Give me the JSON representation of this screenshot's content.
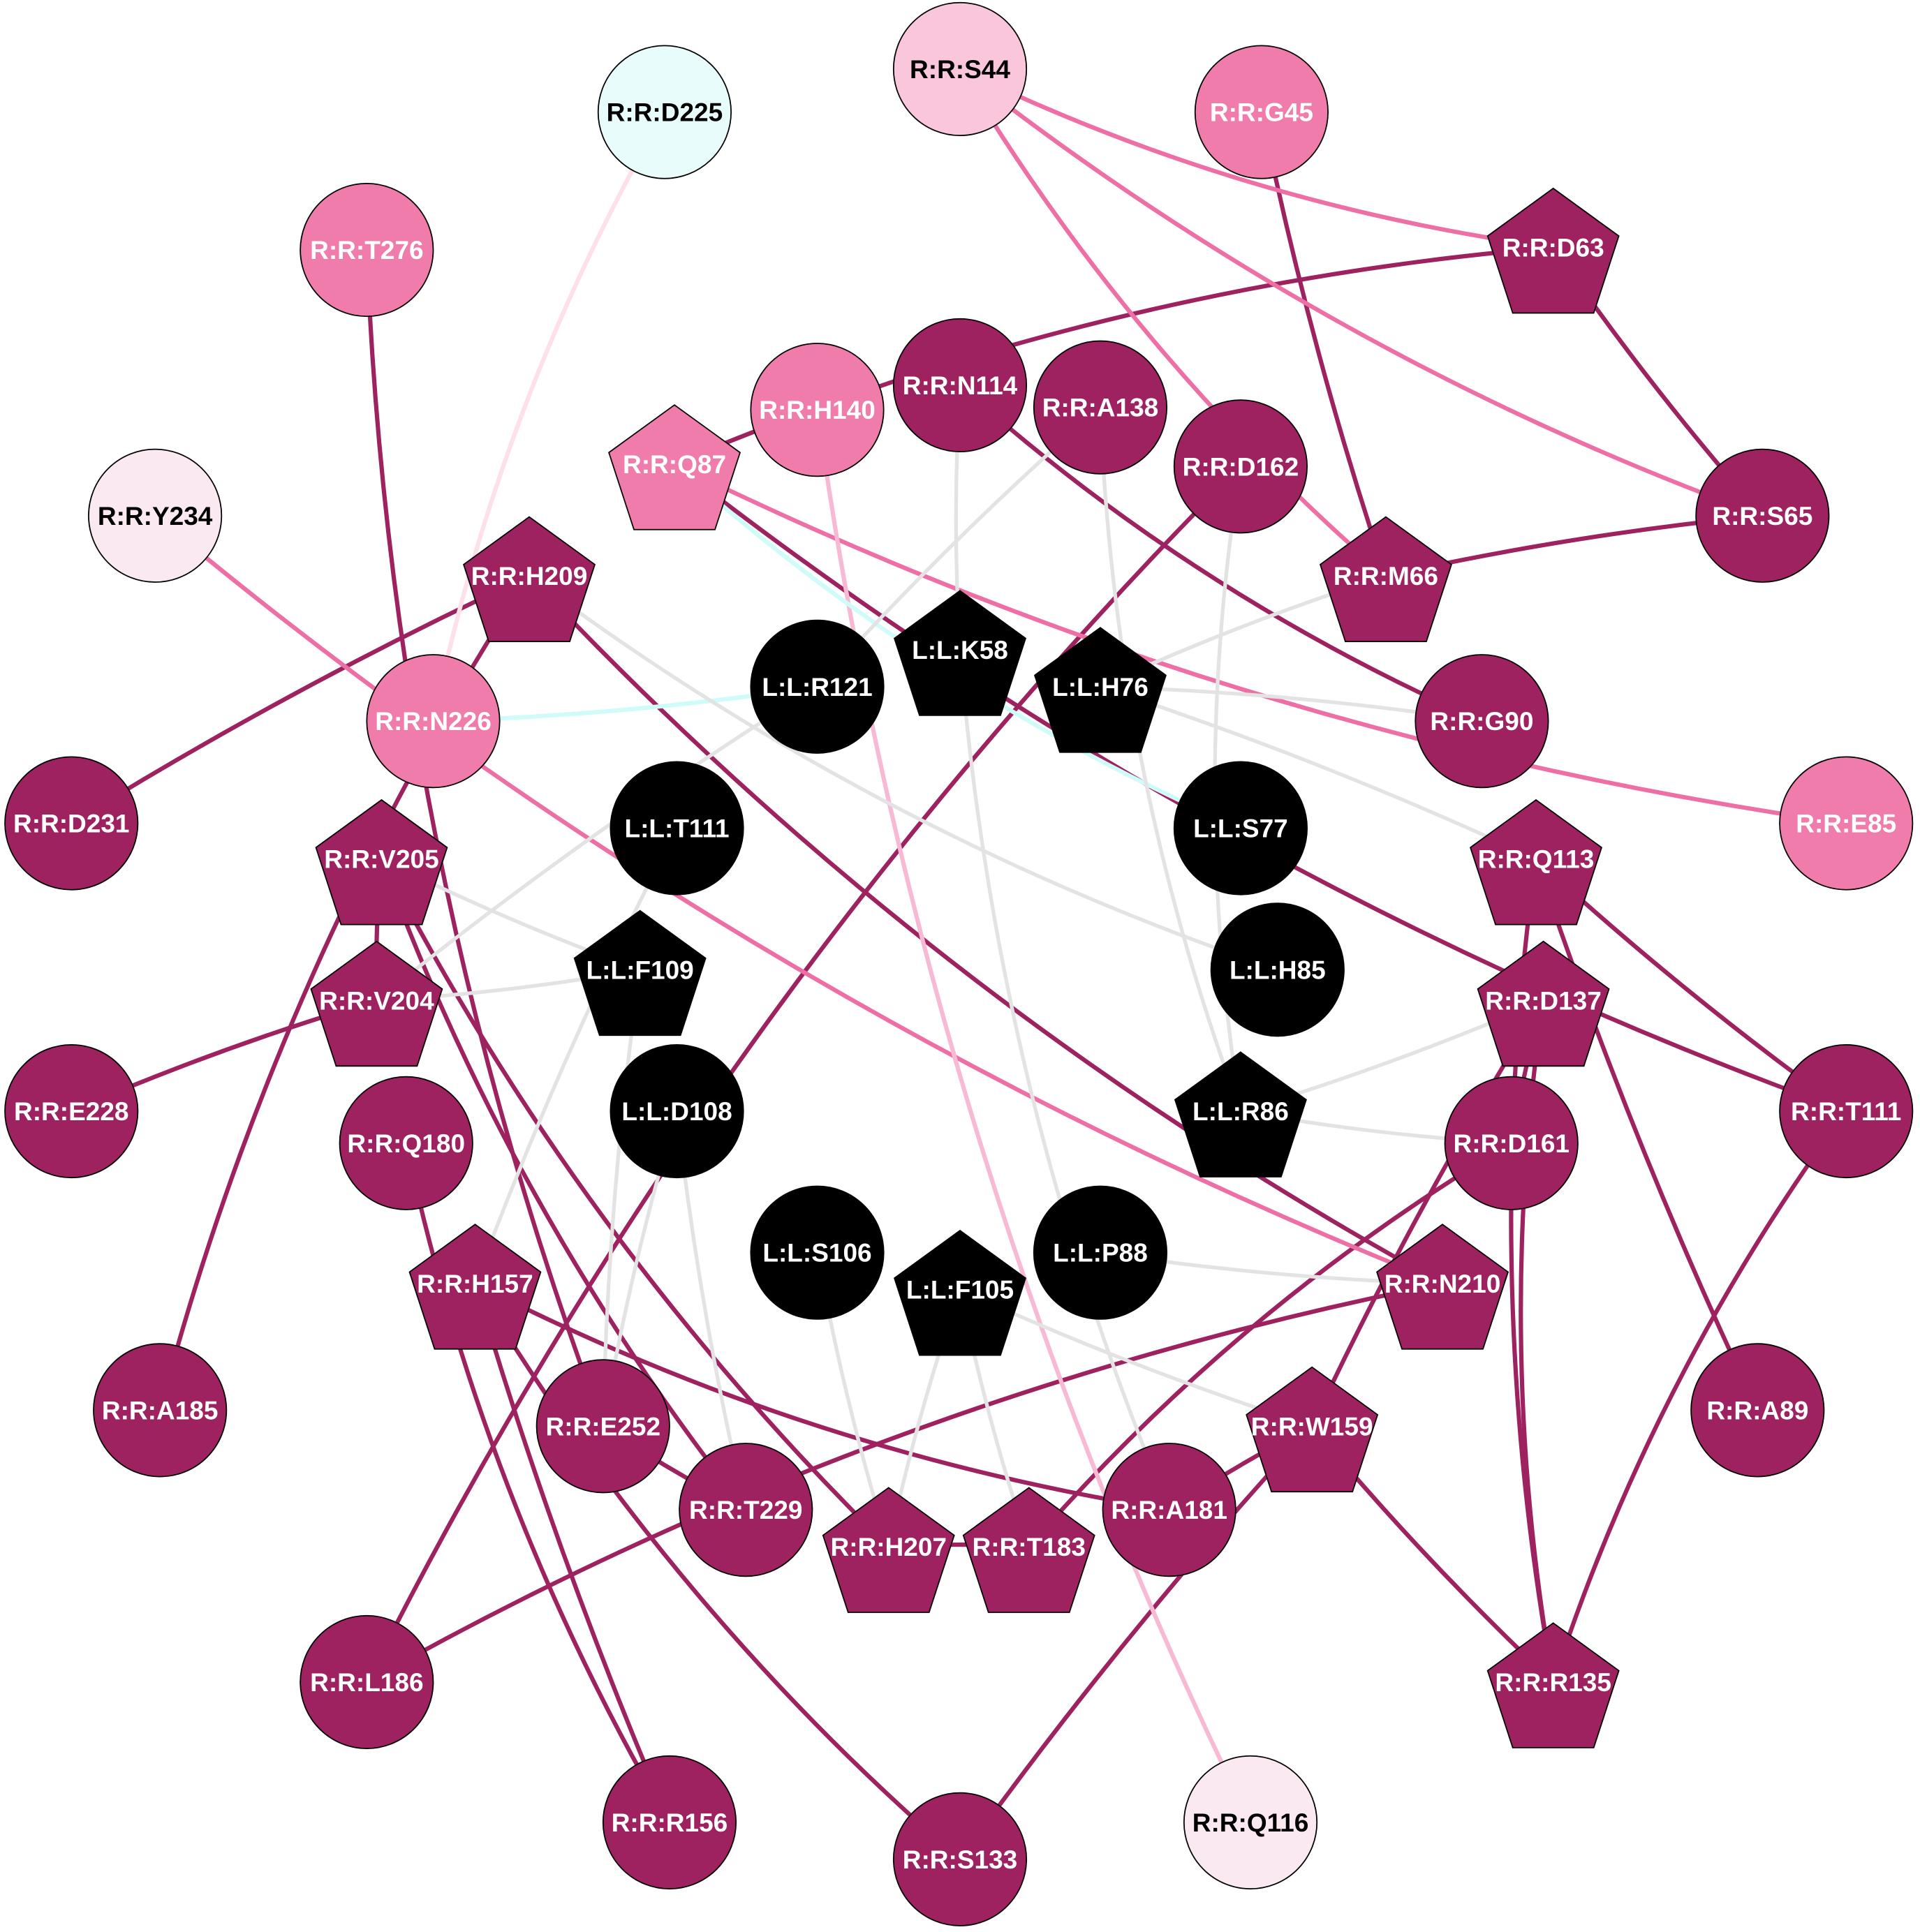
{
  "palette": {
    "dark": "#9e2160",
    "pink": "#ef7caa",
    "lightpink": "#f9c6dc",
    "palepink": "#fbe9f1",
    "cyan": "#e8fdfb",
    "ligand": "#000000",
    "edge_dark": "#9e2160",
    "edge_pink": "#ee6fa5",
    "edge_lightpink": "#f7b9d3",
    "edge_palepink": "#fde0ea",
    "edge_cyan": "#cffcf8",
    "edge_gray": "#e3e3e3"
  },
  "nodes": [
    {
      "label": "R:R:S44",
      "shape": "circle",
      "color": "lightpink"
    },
    {
      "label": "R:R:G45",
      "shape": "circle",
      "color": "pink"
    },
    {
      "label": "R:R:D225",
      "shape": "circle",
      "color": "cyan"
    },
    {
      "label": "R:R:T276",
      "shape": "circle",
      "color": "pink"
    },
    {
      "label": "R:R:D63",
      "shape": "pentagon",
      "color": "dark"
    },
    {
      "label": "R:R:H140",
      "shape": "circle",
      "color": "pink"
    },
    {
      "label": "R:R:N114",
      "shape": "circle",
      "color": "dark"
    },
    {
      "label": "R:R:A138",
      "shape": "circle",
      "color": "dark"
    },
    {
      "label": "R:R:Q87",
      "shape": "pentagon",
      "color": "pink"
    },
    {
      "label": "R:R:D162",
      "shape": "circle",
      "color": "dark"
    },
    {
      "label": "R:R:Y234",
      "shape": "circle",
      "color": "palepink"
    },
    {
      "label": "R:R:S65",
      "shape": "circle",
      "color": "dark"
    },
    {
      "label": "R:R:H209",
      "shape": "pentagon",
      "color": "dark"
    },
    {
      "label": "R:R:M66",
      "shape": "pentagon",
      "color": "dark"
    },
    {
      "label": "L:L:K58",
      "shape": "pentagon",
      "color": "ligand"
    },
    {
      "label": "L:L:H76",
      "shape": "pentagon",
      "color": "ligand"
    },
    {
      "label": "L:L:R121",
      "shape": "circle",
      "color": "ligand"
    },
    {
      "label": "R:R:N226",
      "shape": "circle",
      "color": "pink"
    },
    {
      "label": "R:R:G90",
      "shape": "circle",
      "color": "dark"
    },
    {
      "label": "R:R:D231",
      "shape": "circle",
      "color": "dark"
    },
    {
      "label": "R:R:E85",
      "shape": "circle",
      "color": "pink"
    },
    {
      "label": "L:L:T111",
      "shape": "circle",
      "color": "ligand"
    },
    {
      "label": "L:L:S77",
      "shape": "circle",
      "color": "ligand"
    },
    {
      "label": "R:R:V205",
      "shape": "pentagon",
      "color": "dark"
    },
    {
      "label": "R:R:Q113",
      "shape": "pentagon",
      "color": "dark"
    },
    {
      "label": "L:L:F109",
      "shape": "pentagon",
      "color": "ligand"
    },
    {
      "label": "L:L:H85",
      "shape": "circle",
      "color": "ligand"
    },
    {
      "label": "R:R:V204",
      "shape": "pentagon",
      "color": "dark"
    },
    {
      "label": "R:R:D137",
      "shape": "pentagon",
      "color": "dark"
    },
    {
      "label": "R:R:E228",
      "shape": "circle",
      "color": "dark"
    },
    {
      "label": "R:R:T111",
      "shape": "circle",
      "color": "dark"
    },
    {
      "label": "L:L:D108",
      "shape": "circle",
      "color": "ligand"
    },
    {
      "label": "L:L:R86",
      "shape": "pentagon",
      "color": "ligand"
    },
    {
      "label": "R:R:Q180",
      "shape": "circle",
      "color": "dark"
    },
    {
      "label": "R:R:D161",
      "shape": "circle",
      "color": "dark"
    },
    {
      "label": "L:L:S106",
      "shape": "circle",
      "color": "ligand"
    },
    {
      "label": "L:L:P88",
      "shape": "circle",
      "color": "ligand"
    },
    {
      "label": "L:L:F105",
      "shape": "pentagon",
      "color": "ligand"
    },
    {
      "label": "R:R:H157",
      "shape": "pentagon",
      "color": "dark"
    },
    {
      "label": "R:R:N210",
      "shape": "pentagon",
      "color": "dark"
    },
    {
      "label": "R:R:A185",
      "shape": "circle",
      "color": "dark"
    },
    {
      "label": "R:R:A89",
      "shape": "circle",
      "color": "dark"
    },
    {
      "label": "R:R:E252",
      "shape": "circle",
      "color": "dark"
    },
    {
      "label": "R:R:W159",
      "shape": "pentagon",
      "color": "dark"
    },
    {
      "label": "R:R:T229",
      "shape": "circle",
      "color": "dark"
    },
    {
      "label": "R:R:A181",
      "shape": "circle",
      "color": "dark"
    },
    {
      "label": "R:R:H207",
      "shape": "pentagon",
      "color": "dark"
    },
    {
      "label": "R:R:T183",
      "shape": "pentagon",
      "color": "dark"
    },
    {
      "label": "R:R:L186",
      "shape": "circle",
      "color": "dark"
    },
    {
      "label": "R:R:R135",
      "shape": "pentagon",
      "color": "dark"
    },
    {
      "label": "R:R:R156",
      "shape": "circle",
      "color": "dark"
    },
    {
      "label": "R:R:Q116",
      "shape": "circle",
      "color": "palepink"
    },
    {
      "label": "R:R:S133",
      "shape": "circle",
      "color": "dark"
    }
  ],
  "edges": [
    [
      "R:R:G45",
      "R:R:M66",
      "edge_dark"
    ],
    [
      "R:R:D63",
      "R:R:S65",
      "edge_dark"
    ],
    [
      "R:R:D63",
      "R:R:Q87",
      "edge_dark"
    ],
    [
      "R:R:S65",
      "R:R:M66",
      "edge_dark"
    ],
    [
      "R:R:N114",
      "R:R:G90",
      "edge_dark"
    ],
    [
      "R:R:D162",
      "R:R:L186",
      "edge_dark"
    ],
    [
      "R:R:Q87",
      "R:R:T111",
      "edge_dark"
    ],
    [
      "R:R:T276",
      "R:R:E252",
      "edge_dark"
    ],
    [
      "R:R:H209",
      "R:R:D231",
      "edge_dark"
    ],
    [
      "R:R:H209",
      "R:R:A185",
      "edge_dark"
    ],
    [
      "R:R:H209",
      "R:R:N210",
      "edge_dark"
    ],
    [
      "R:R:V205",
      "R:R:T229",
      "edge_dark"
    ],
    [
      "R:R:V205",
      "R:R:H207",
      "edge_dark"
    ],
    [
      "R:R:V205",
      "R:R:V204",
      "edge_dark"
    ],
    [
      "R:R:V204",
      "R:R:E228",
      "edge_dark"
    ],
    [
      "R:R:Q113",
      "R:R:T111",
      "edge_dark"
    ],
    [
      "R:R:Q113",
      "R:R:A89",
      "edge_dark"
    ],
    [
      "R:R:Q113",
      "R:R:R135",
      "edge_dark"
    ],
    [
      "R:R:D137",
      "R:R:D161",
      "edge_dark"
    ],
    [
      "R:R:D137",
      "R:R:R135",
      "edge_dark"
    ],
    [
      "R:R:D137",
      "R:R:W159",
      "edge_dark"
    ],
    [
      "R:R:D161",
      "R:R:T183",
      "edge_dark"
    ],
    [
      "R:R:T111",
      "R:R:R135",
      "edge_dark"
    ],
    [
      "R:R:N210",
      "R:R:L186",
      "edge_dark"
    ],
    [
      "R:R:W159",
      "R:R:R135",
      "edge_dark"
    ],
    [
      "R:R:W159",
      "R:R:S133",
      "edge_dark"
    ],
    [
      "R:R:W159",
      "R:R:A181",
      "edge_dark"
    ],
    [
      "R:R:H157",
      "R:R:R156",
      "edge_dark"
    ],
    [
      "R:R:H157",
      "R:R:A181",
      "edge_dark"
    ],
    [
      "R:R:Q180",
      "R:R:R156",
      "edge_dark"
    ],
    [
      "R:R:E252",
      "R:R:T229",
      "edge_dark"
    ],
    [
      "R:R:H157",
      "R:R:S133",
      "edge_dark"
    ],
    [
      "R:R:T183",
      "R:R:H207",
      "edge_dark"
    ],
    [
      "R:R:S44",
      "R:R:D63",
      "edge_pink"
    ],
    [
      "R:R:S44",
      "R:R:S65",
      "edge_pink"
    ],
    [
      "R:R:S44",
      "R:R:M66",
      "edge_pink"
    ],
    [
      "R:R:Q87",
      "R:R:E85",
      "edge_pink"
    ],
    [
      "R:R:Y234",
      "R:R:N210",
      "edge_pink"
    ],
    [
      "R:R:H140",
      "R:R:Q116",
      "edge_lightpink"
    ],
    [
      "R:R:D225",
      "R:R:N226",
      "edge_palepink"
    ],
    [
      "R:R:Q87",
      "L:L:S77",
      "edge_cyan"
    ],
    [
      "R:R:N226",
      "L:L:R121",
      "edge_cyan"
    ],
    [
      "R:R:N114",
      "L:L:K58",
      "edge_gray"
    ],
    [
      "R:R:A138",
      "L:L:R121",
      "edge_gray"
    ],
    [
      "R:R:A138",
      "L:L:R86",
      "edge_gray"
    ],
    [
      "R:R:D162",
      "L:L:R86",
      "edge_gray"
    ],
    [
      "R:R:M66",
      "L:L:H76",
      "edge_gray"
    ],
    [
      "R:R:G90",
      "L:L:H76",
      "edge_gray"
    ],
    [
      "R:R:Q113",
      "L:L:H76",
      "edge_gray"
    ],
    [
      "R:R:H209",
      "L:L:H85",
      "edge_gray"
    ],
    [
      "R:R:V205",
      "L:L:F109",
      "edge_gray"
    ],
    [
      "R:R:V204",
      "L:L:F109",
      "edge_gray"
    ],
    [
      "L:L:R121",
      "R:R:V204",
      "edge_gray"
    ],
    [
      "L:L:T111",
      "R:R:H157",
      "edge_gray"
    ],
    [
      "L:L:D108",
      "R:R:T229",
      "edge_gray"
    ],
    [
      "L:L:F105",
      "R:R:H207",
      "edge_gray"
    ],
    [
      "L:L:F105",
      "R:R:T183",
      "edge_gray"
    ],
    [
      "L:L:F105",
      "R:R:W159",
      "edge_gray"
    ],
    [
      "L:L:S106",
      "R:R:H207",
      "edge_gray"
    ],
    [
      "L:L:P88",
      "R:R:N210",
      "edge_gray"
    ],
    [
      "L:L:R86",
      "R:R:D137",
      "edge_gray"
    ],
    [
      "L:L:R86",
      "R:R:D161",
      "edge_gray"
    ],
    [
      "L:L:F109",
      "R:R:E252",
      "edge_gray"
    ],
    [
      "L:L:K58",
      "R:R:A181",
      "edge_gray"
    ],
    [
      "L:L:D108",
      "R:R:E252",
      "edge_gray"
    ]
  ]
}
